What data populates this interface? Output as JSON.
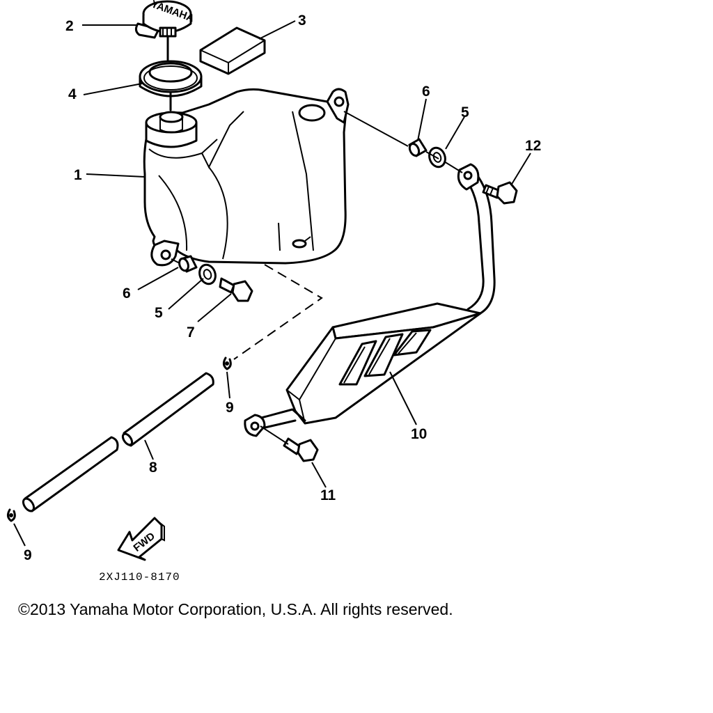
{
  "callouts": [
    {
      "id": "c1",
      "label": "1"
    },
    {
      "id": "c2",
      "label": "2"
    },
    {
      "id": "c3",
      "label": "3"
    },
    {
      "id": "c4",
      "label": "4"
    },
    {
      "id": "c5a",
      "label": "5"
    },
    {
      "id": "c5b",
      "label": "5"
    },
    {
      "id": "c6a",
      "label": "6"
    },
    {
      "id": "c6b",
      "label": "6"
    },
    {
      "id": "c7",
      "label": "7"
    },
    {
      "id": "c8",
      "label": "8"
    },
    {
      "id": "c9a",
      "label": "9"
    },
    {
      "id": "c9b",
      "label": "9"
    },
    {
      "id": "c10",
      "label": "10"
    },
    {
      "id": "c11",
      "label": "11"
    },
    {
      "id": "c12",
      "label": "12"
    }
  ],
  "fwd_label": "FWD",
  "cap_text": "YAMAHA",
  "drawing_code": "2XJ110-8170",
  "copyright": "©2013 Yamaha Motor Corporation, U.S.A. All rights reserved."
}
